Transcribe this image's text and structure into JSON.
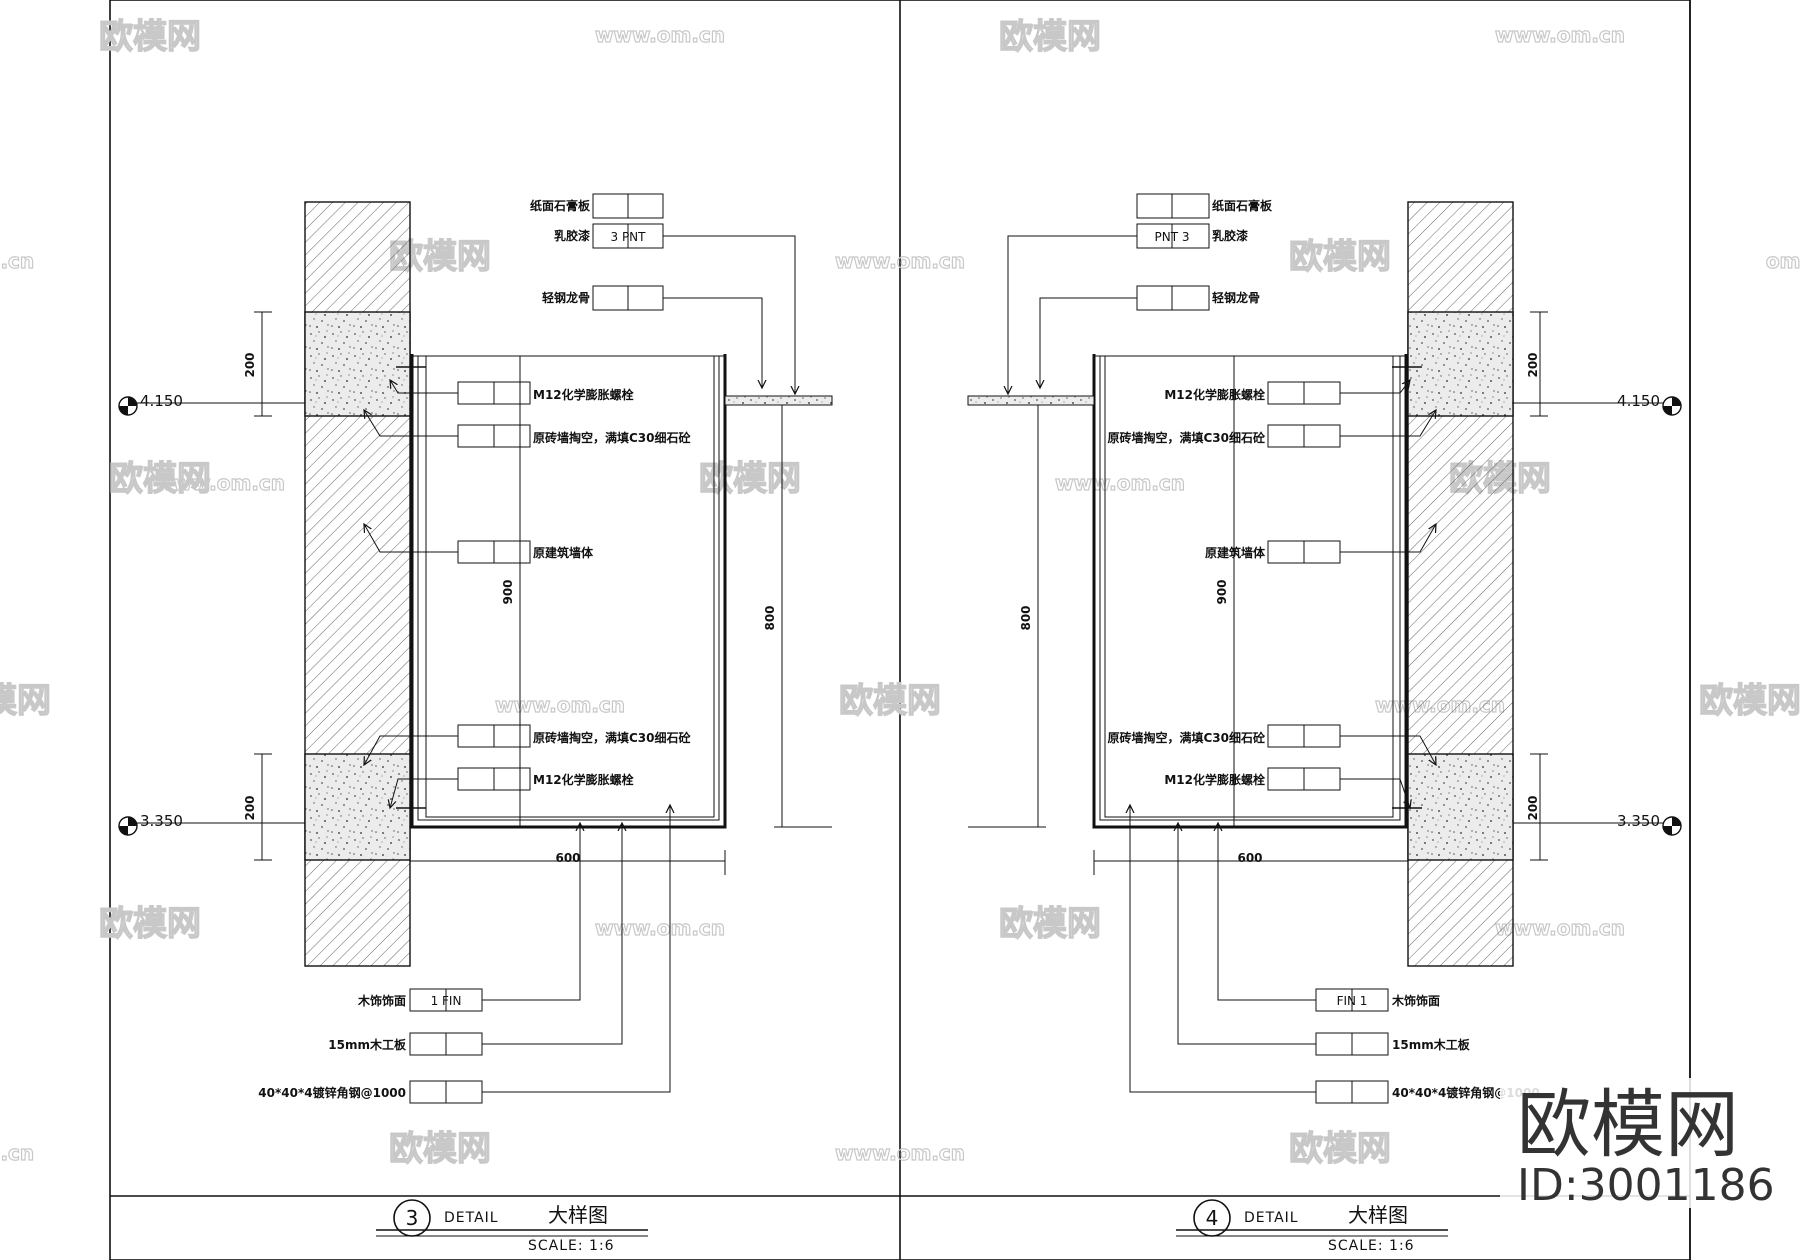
{
  "watermark": {
    "text": "欧模网",
    "url": "www.om.cn",
    "url_short": "om.cn"
  },
  "brand": {
    "name": "欧模网",
    "id": "ID:3001186"
  },
  "details": [
    {
      "number": "3",
      "title_en": "DETAIL",
      "title_cn": "大样图",
      "scale": "SCALE: 1:6",
      "levels": [
        "4.150",
        "3.350"
      ],
      "dims": {
        "d200_top": "200",
        "d200_bottom": "200",
        "d900": "900",
        "d800": "800",
        "d600": "600"
      },
      "top_tags": [
        {
          "label": "纸面石膏板",
          "code": ""
        },
        {
          "label": "乳胶漆",
          "code": "3 PNT"
        },
        {
          "label": "轻钢龙骨",
          "code": ""
        }
      ],
      "inner_tags": [
        "M12化学膨胀螺栓",
        "原砖墙掏空，满填C30细石砼",
        "原建筑墙体",
        "原砖墙掏空，满填C30细石砼",
        "M12化学膨胀螺栓"
      ],
      "bottom_tags": [
        {
          "label": "木饰饰面",
          "code": "1 FIN"
        },
        {
          "label": "15mm木工板",
          "code": ""
        },
        {
          "label": "40*40*4镀锌角钢@1000",
          "code": ""
        }
      ]
    },
    {
      "number": "4",
      "title_en": "DETAIL",
      "title_cn": "大样图",
      "scale": "SCALE: 1:6",
      "levels": [
        "4.150",
        "3.350"
      ],
      "dims": {
        "d200_top": "200",
        "d200_bottom": "200",
        "d900": "900",
        "d800": "800",
        "d600": "600"
      },
      "top_tags": [
        {
          "label": "纸面石膏板",
          "code": ""
        },
        {
          "label": "乳胶漆",
          "code": "PNT 3"
        },
        {
          "label": "轻钢龙骨",
          "code": ""
        }
      ],
      "inner_tags": [
        "M12化学膨胀螺栓",
        "原砖墙掏空，满填C30细石砼",
        "原建筑墙体",
        "原砖墙掏空，满填C30细石砼",
        "M12化学膨胀螺栓"
      ],
      "bottom_tags": [
        {
          "label": "木饰饰面",
          "code": "FIN 1"
        },
        {
          "label": "15mm木工板",
          "code": ""
        },
        {
          "label": "40*40*4镀锌角钢@1000",
          "code": ""
        }
      ]
    }
  ]
}
